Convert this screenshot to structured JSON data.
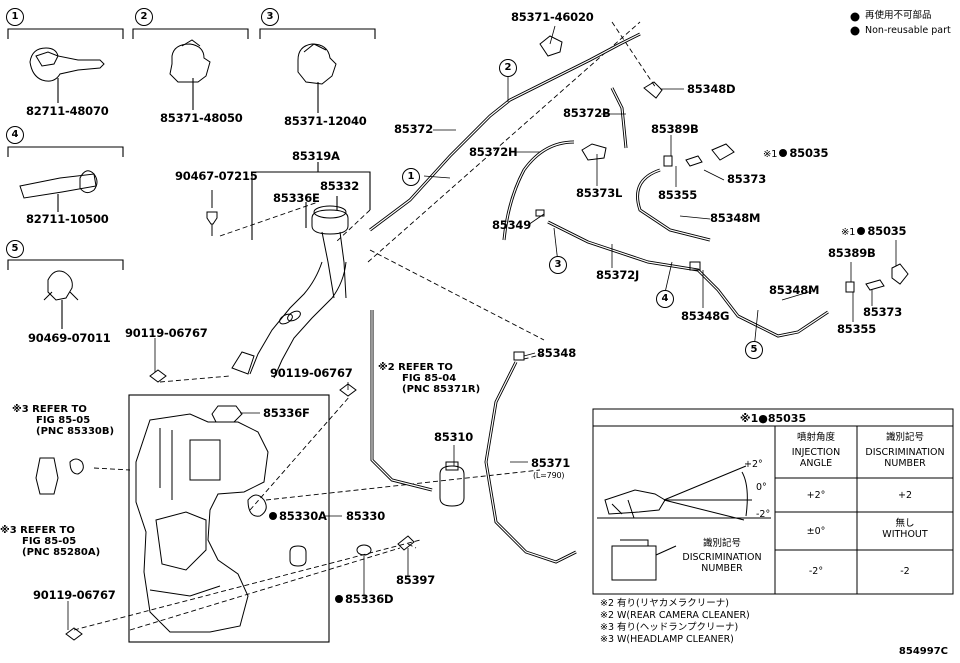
{
  "legend": {
    "jp": "再使用不可部品",
    "en": "Non-reusable part"
  },
  "detail_groups": [
    {
      "num": "1",
      "part": "82711-48070"
    },
    {
      "num": "2",
      "part": "85371-48050"
    },
    {
      "num": "3",
      "part": "85371-12040"
    },
    {
      "num": "4",
      "part": "82711-10500"
    },
    {
      "num": "5",
      "part": "90469-07011"
    }
  ],
  "parts": {
    "p85371_46020": "85371-46020",
    "p85348D": "85348D",
    "p85372": "85372",
    "p85372B": "85372B",
    "p85389B_a": "85389B",
    "p85035_a": "85035",
    "p85372H": "85372H",
    "p85373L": "85373L",
    "p85373_a": "85373",
    "p85355_a": "85355",
    "p85348M_a": "85348M",
    "p85349": "85349",
    "p85035_b": "85035",
    "p85389B_b": "85389B",
    "p85372J": "85372J",
    "p85348G": "85348G",
    "p85348M_b": "85348M",
    "p85373_b": "85373",
    "p85355_b": "85355",
    "p85319A": "85319A",
    "p90467_07215": "90467-07215",
    "p85332": "85332",
    "p85336E": "85336E",
    "p90119_06767_a": "90119-06767",
    "p90119_06767_b": "90119-06767",
    "p90119_06767_c": "90119-06767",
    "p85348": "85348",
    "p85336F": "85336F",
    "p85310": "85310",
    "p85371": "85371",
    "p85371_len": "(L=790)",
    "p85330A": "85330A",
    "p85330": "85330",
    "p85336D": "85336D",
    "p85397": "85397"
  },
  "marks": {
    "mark1": "※1",
    "mark2": "※2",
    "mark3": "※3"
  },
  "refs": {
    "ref_rear_line1": "※2 REFER TO",
    "ref_rear_line2": "FIG 85-04",
    "ref_rear_line3": "(PNC 85371R)",
    "ref_330b_line1": "※3 REFER TO",
    "ref_330b_line2": "FIG 85-05",
    "ref_330b_line3": "(PNC 85330B)",
    "ref_280a_line1": "※3 REFER TO",
    "ref_280a_line2": "FIG 85-05",
    "ref_280a_line3": "(PNC 85280A)"
  },
  "table": {
    "title": "※1●85035",
    "col1_jp": "噴射角度",
    "col1_en1": "INJECTION",
    "col1_en2": "ANGLE",
    "col2_jp": "識別記号",
    "col2_en1": "DISCRIMINATION",
    "col2_en2": "NUMBER",
    "rows": [
      {
        "angle": "+2°",
        "number": "+2"
      },
      {
        "angle": "±0°",
        "number_jp": "無し",
        "number": "WITHOUT"
      },
      {
        "angle": "-2°",
        "number": "-2"
      }
    ],
    "diag_p2": "+2°",
    "diag_0": "0°",
    "diag_m2": "-2°",
    "id_jp": "識別記号",
    "id_en1": "DISCRIMINATION",
    "id_en2": "NUMBER"
  },
  "footnotes": [
    "※2 有り(リヤカメラクリーナ)",
    "※2 W(REAR CAMERA CLEANER)",
    "※3 有り(ヘッドランプクリーナ)",
    "※3 W(HEADLAMP CLEANER)"
  ],
  "figure_code": "854997C"
}
